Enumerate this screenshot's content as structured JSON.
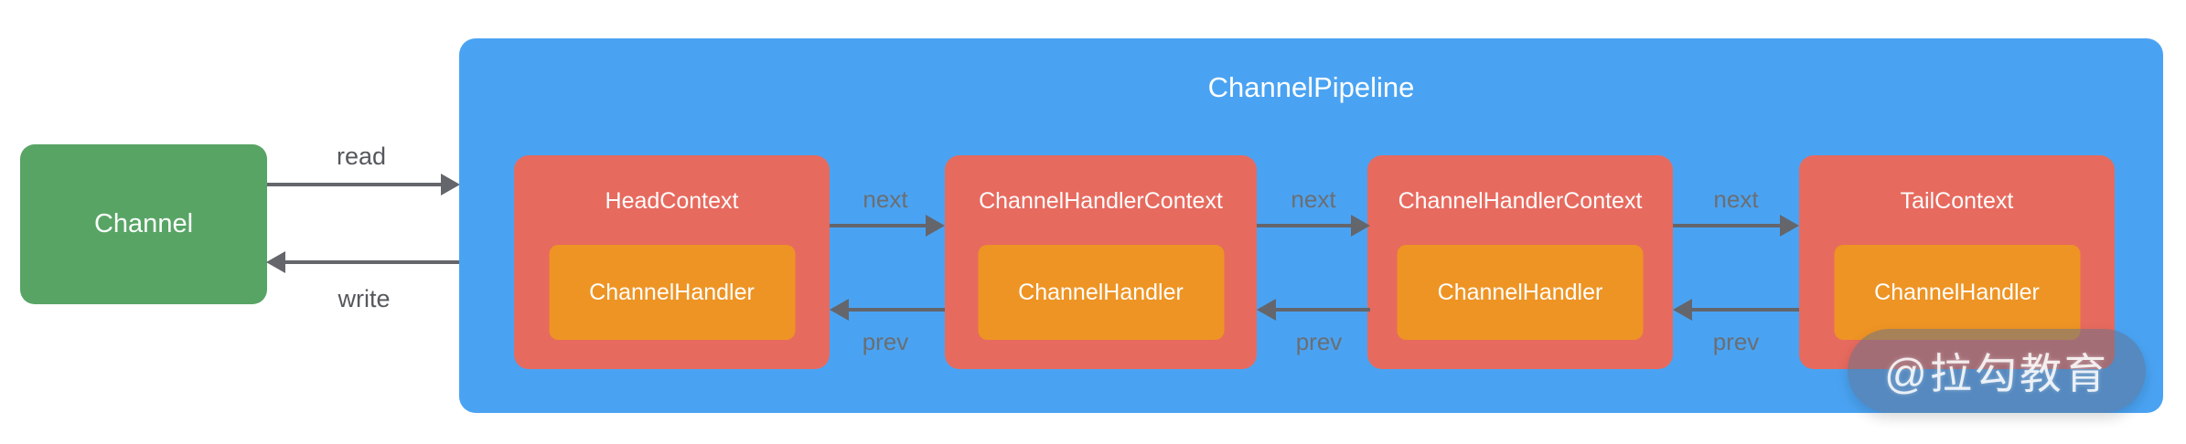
{
  "channel": {
    "label": "Channel"
  },
  "pipeline": {
    "title": "ChannelPipeline",
    "contexts": [
      {
        "title": "HeadContext",
        "handler": "ChannelHandler"
      },
      {
        "title": "ChannelHandlerContext",
        "handler": "ChannelHandler"
      },
      {
        "title": "ChannelHandlerContext",
        "handler": "ChannelHandler"
      },
      {
        "title": "TailContext",
        "handler": "ChannelHandler"
      }
    ]
  },
  "labels": {
    "read": "read",
    "write": "write",
    "next": "next",
    "prev": "prev"
  },
  "watermark": {
    "text": "@拉勾教育"
  },
  "colors": {
    "channel_green": "#58A465",
    "pipeline_blue": "#4AA3F2",
    "context_red": "#E76A5E",
    "handler_orange": "#EE9424",
    "arrow_gray": "#64666C",
    "flow_label_gray": "#6B6E73",
    "io_label_gray": "#55585D",
    "box_text": "#FFFFFF"
  }
}
